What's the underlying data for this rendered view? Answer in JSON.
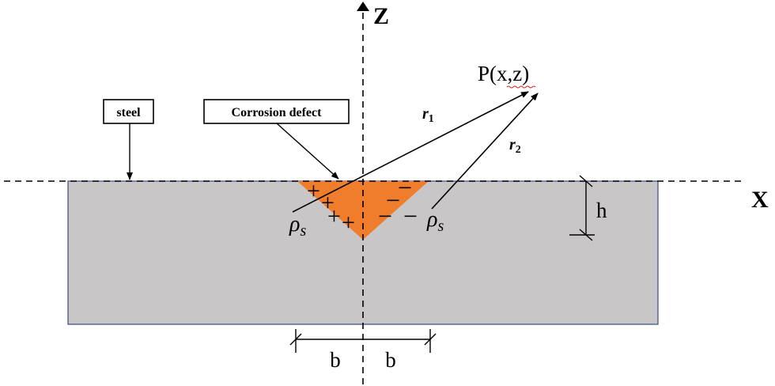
{
  "axes": {
    "z_label": "Z",
    "x_label": "X"
  },
  "point": {
    "label": "P(x,z)"
  },
  "distances": {
    "r1": "r",
    "r1_sub": "1",
    "r2": "r",
    "r2_sub": "2"
  },
  "charge_density": {
    "left": "ρ",
    "left_sub": "s",
    "right": "ρ",
    "right_sub": "s"
  },
  "callouts": {
    "steel": "steel",
    "defect": "Corrosion defect"
  },
  "dimensions": {
    "depth": "h",
    "half_width_left": "b",
    "half_width_right": "b"
  },
  "charges": {
    "positive": [
      "+",
      "+",
      "+",
      "+"
    ],
    "negative": [
      "−",
      "−",
      "−",
      "−"
    ]
  },
  "colors": {
    "steel_fill": "#c8c6c7",
    "steel_border": "#3b4a8a",
    "defect_fill": "#f07d2b",
    "line": "#000000"
  }
}
